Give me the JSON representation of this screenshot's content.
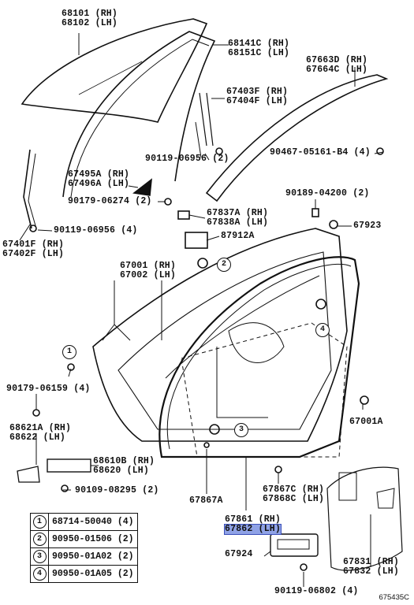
{
  "parts": {
    "p68101": "68101 (RH)",
    "p68102": "68102 (LH)",
    "p68141C": "68141C (RH)",
    "p68151C": "68151C (LH)",
    "p67663D": "67663D (RH)",
    "p67664C": "67664C (LH)",
    "p67403F": "67403F (RH)",
    "p67404F": "67404F (LH)",
    "p90119_06956a": "90119-06956 (2)",
    "p90467": "90467-05161-B4 (4)",
    "p67495A": "67495A (RH)",
    "p67496A": "67496A (LH)",
    "p90179_06274": "90179-06274 (2)",
    "p90189": "90189-04200 (2)",
    "p67837A": "67837A (RH)",
    "p67838A": "67838A (LH)",
    "p87912A": "87912A",
    "p67923": "67923",
    "p90119_06956b": "90119-06956 (4)",
    "p67401F": "67401F (RH)",
    "p67402F": "67402F (LH)",
    "p67001": "67001 (RH)",
    "p67002": "67002 (LH)",
    "p90179_06159": "90179-06159 (4)",
    "p67001A": "67001A",
    "p68621A": "68621A (RH)",
    "p68622": "68622 (LH)",
    "p68610B": "68610B (RH)",
    "p68620": "68620 (LH)",
    "p90109": "90109-08295 (2)",
    "p67867A": "67867A",
    "p67867C": "67867C (RH)",
    "p67868C": "67868C (LH)",
    "p67861": "67861 (RH)",
    "p67862": "67862 (LH)",
    "p67924": "67924",
    "p67831": "67831 (RH)",
    "p67832": "67832 (LH)",
    "p90119_06802": "90119-06802 (4)"
  },
  "callouts": {
    "c1": "1",
    "c2": "2",
    "c3": "3",
    "c4": "4"
  },
  "legend": [
    {
      "num": "1",
      "part": "68714-50040 (4)"
    },
    {
      "num": "2",
      "part": "90950-01506 (2)"
    },
    {
      "num": "3",
      "part": "90950-01A02 (2)"
    },
    {
      "num": "4",
      "part": "90950-01A05 (2)"
    }
  ],
  "diagram_code": "675435C",
  "highlight_color": "#8fa2e6"
}
